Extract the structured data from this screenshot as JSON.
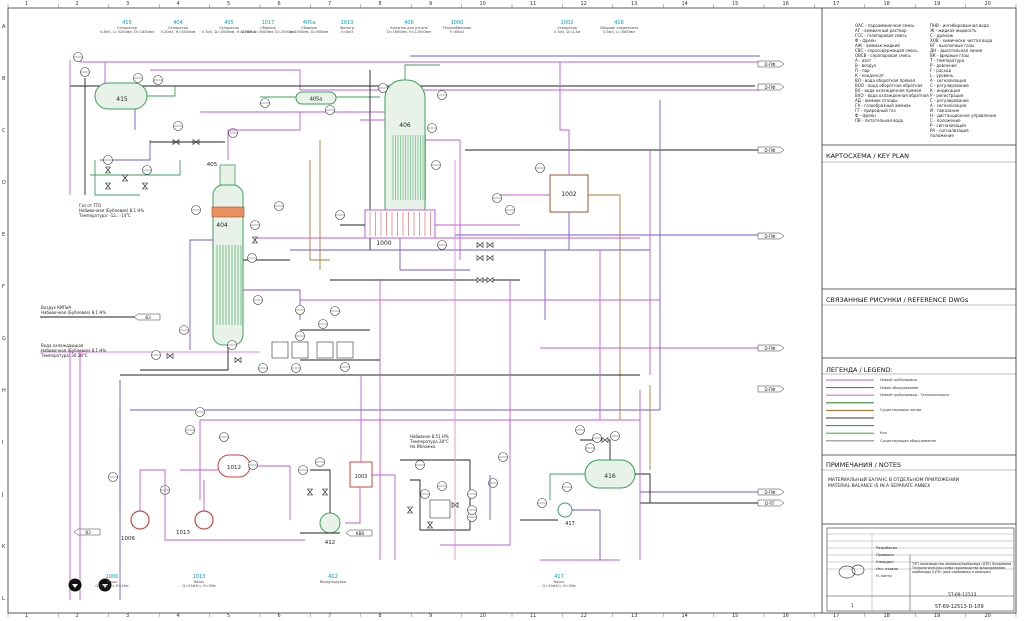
{
  "equipment_tags": [
    {
      "tag": "415",
      "desc": "Сепаратор\nV-8м3, L=3200мм, D=1800мм"
    },
    {
      "tag": "404",
      "desc": "Сепаратор\nV-20м3, H=4500мм"
    },
    {
      "tag": "405",
      "desc": "Сепаратор\nV-7м3, D=1800мм, H=2500мм"
    },
    {
      "tag": "1017",
      "desc": "Сборник\nV-7м3, L=3400мм, D=2000мм"
    },
    {
      "tag": "405a",
      "desc": "Сборник\nL=2500мм, D=800мм"
    },
    {
      "tag": "1013",
      "desc": "Фильтр\nV=8м3"
    },
    {
      "tag": "406",
      "desc": "Колонна для отгона\nD=1600мм, H=12000мм"
    },
    {
      "tag": "1000",
      "desc": "Теплообменник\nF=80м2"
    },
    {
      "tag": "1002",
      "desc": "Сепаратор\nV-7м3, D=2.4м"
    },
    {
      "tag": "416",
      "desc": "Сборник конденсата\nV-5м3, L=3500мм"
    }
  ],
  "bottom_tags": [
    {
      "tag": "1006",
      "desc": "Насос\nQ=20м3/ч, H=40м"
    },
    {
      "tag": "1013",
      "desc": "Насос\nQ=25м3/ч, H=35м"
    },
    {
      "tag": "412",
      "desc": "Воздуходувка"
    },
    {
      "tag": "417",
      "desc": "Насос\nQ=10м3/ч, H=50м"
    }
  ],
  "vessel_labels": {
    "v415": "415",
    "v405a": "405a",
    "v406": "406",
    "v405": "405",
    "v404": "404",
    "v1000": "1000",
    "v1002": "1002",
    "v1012": "1012",
    "v1003": "1003",
    "v416": "416",
    "p1006": "1006",
    "p1013": "1013",
    "p412": "412",
    "p417": "417"
  },
  "left_notes": [
    "Газ от ТП1\nНабивочная (Бублевое) 8,1 Н%\nТемпература: -12...-14°C",
    "Воздух КИПиА\nНабивочная (Бублевое) 8,1 Н%",
    "Вода охлаждающая\nНабивочная (Бублевое) 8,1 Н%\nТемпература: 30 28°C"
  ],
  "center_note": "Набивное 8,51 Н%\nТемпература 28°C\nНа Ябложка",
  "offpage_right": [
    "D-ПФ",
    "D-ПФ",
    "D-ПФ",
    "D-ПФ",
    "D-ПФ",
    "D-ПФ",
    "D-ПФ",
    "D-ПГ"
  ],
  "offpage_left": [
    "ВЗ",
    "ВЗ",
    "КВВ"
  ],
  "abbreviations_left": [
    "ОАС - пароаммиачная смесь",
    "АГ - аммиачный раствор",
    "ГСС - газопаровая смесь",
    "Ф - фреон",
    "АЖ - аммиак жидкий",
    "СВС - серосодержащая смесь",
    "ОВСВ - серопаровая смесь",
    "А - азот",
    "В - воздух",
    "П - пар",
    "К - конденсат",
    "ВО - вода оборотная прямая",
    "ВОО - вода оборотная обратная",
    "ВХ - вода охлажденная прямая",
    "ВХО - вода охлажденная обратная",
    "АД - аммиак отходы",
    "ГА - газообразный аммиак",
    "ГГ - природный газ",
    "Ф - фреон",
    "ПВ - питательная вода"
  ],
  "abbreviations_right": [
    "ПНВ - ингибированная вода",
    "Ж - жидкая жидкость",
    "С - дренаж",
    "ХОВ - химически чистая вода",
    "ВГ - выхлопные газы",
    "ДН - дыхательная линия",
    "ВК - вредные газы",
    "Т - температура",
    "Р - давление",
    "F - расход",
    "L - уровень",
    "А - сигнализация",
    "С - регулирование",
    "К - индикация",
    "Р - регистрация",
    "С - регулирование",
    "А - сигнализация",
    "И - показание",
    "Н - дистанционное управление",
    "С - положение",
    "Р - сигнализация",
    "РА - сигнализация",
    "положение"
  ],
  "right_panel": {
    "key_plan": "КАРТОСХЕМА / KEY PLAN",
    "reference": "СВЯЗАННЫЕ РИСУНКИ / REFERENCE DWGs",
    "legend": "ЛЕГЕНДА / LEGEND:",
    "notes": "ПРИМЕЧАНИЯ / NOTES",
    "notes_text": "МАТЕРИАЛЬНЫЙ БАЛАНС В ОТДЕЛЬНОМ ПРИЛОЖЕНИИ\nMATERIAL BALANCE IS IN A SEPARATE ANNEX",
    "legend_items": [
      {
        "label": "Новый трубопровод",
        "color": "#c45adc"
      },
      {
        "label": "Новое оборудование",
        "color": "#7a55c8"
      },
      {
        "label": "Новый трубопровод - Теплоизоляция",
        "color": "#d070c0"
      },
      {
        "label": "",
        "color": "#3a8a3a"
      },
      {
        "label": "Существующие линии",
        "color": "#b07a30"
      },
      {
        "label": "",
        "color": "#333333"
      },
      {
        "label": "",
        "color": "#4a7ad0"
      },
      {
        "label": "Кол",
        "color": "#55aa55"
      },
      {
        "label": "Существующее оборудование",
        "color": "#888888"
      }
    ],
    "title_block": {
      "doc_no": "5T-69-12513-D-109",
      "doc_no2": "5T-69-12513",
      "title": "ТЭП производства аммиака/карбамида (ЦТК) Флоровина\nТехнологическая схема производства флорирования\nкарбамида (ЦТК) (вых карбамида и реакции)",
      "sheet": "1",
      "rows": [
        "Разработал",
        "Проверил",
        "Утвердил",
        "Нач. отдела",
        "Н. контр"
      ]
    }
  },
  "grid_top": [
    "1",
    "2",
    "3",
    "4",
    "5",
    "6",
    "7",
    "8",
    "9",
    "10",
    "11",
    "12",
    "13",
    "14",
    "15",
    "16",
    "17",
    "18",
    "19",
    "20"
  ],
  "grid_left": [
    "A",
    "B",
    "C",
    "D",
    "E",
    "F",
    "G",
    "H",
    "I",
    "J",
    "K",
    "L"
  ],
  "colors": {
    "magenta": "#c45adc",
    "violet": "#7a55c8",
    "green": "#3aa05a",
    "brown": "#b07a30",
    "cyan": "#00a0c8",
    "black": "#222222",
    "pink": "#e08ad8",
    "orange_fill": "#e89060",
    "vessel_fill": "#e8f2e8"
  }
}
